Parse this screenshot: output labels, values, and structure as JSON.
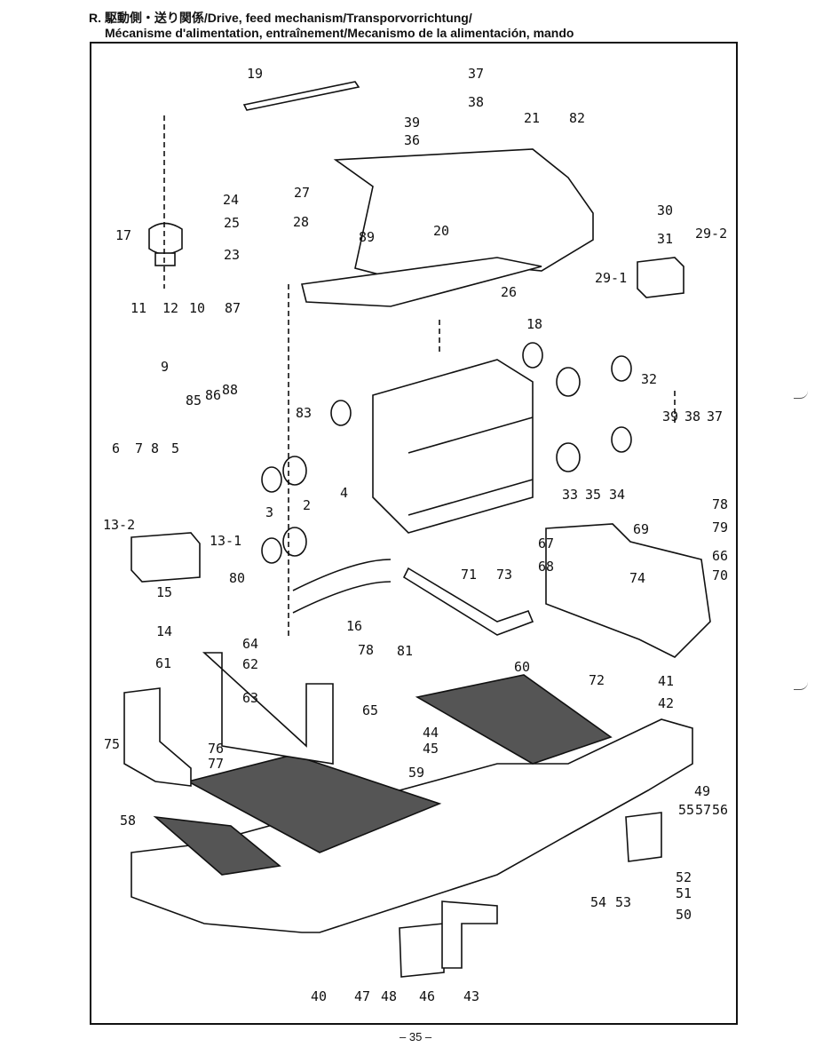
{
  "header": {
    "line1_prefix": "R.",
    "line1": "駆動側・送り関係/Drive, feed mechanism/Transporvorrichtung/",
    "line2": "Mécanisme d'alimentation, entraînement/Mecanismo de la alimentación, mando"
  },
  "page_number": "– 35 –",
  "callouts": [
    "19",
    "37",
    "38",
    "39",
    "36",
    "21",
    "82",
    "24",
    "27",
    "17",
    "25",
    "28",
    "89",
    "20",
    "23",
    "30",
    "31",
    "29-2",
    "29-1",
    "26",
    "11",
    "12",
    "10",
    "87",
    "18",
    "9",
    "85",
    "86",
    "88",
    "83",
    "6",
    "7",
    "8",
    "5",
    "32",
    "39",
    "38",
    "37",
    "3",
    "2",
    "4",
    "33",
    "35",
    "34",
    "13-2",
    "13-1",
    "15",
    "80",
    "14",
    "16",
    "81",
    "67",
    "68",
    "71",
    "73",
    "69",
    "78",
    "79",
    "66",
    "70",
    "74",
    "72",
    "64",
    "78",
    "61",
    "62",
    "63",
    "65",
    "60",
    "41",
    "42",
    "75",
    "76",
    "77",
    "44",
    "45",
    "59",
    "58",
    "49",
    "55",
    "57",
    "56",
    "52",
    "51",
    "50",
    "54",
    "53",
    "47",
    "48",
    "46",
    "43",
    "40"
  ]
}
